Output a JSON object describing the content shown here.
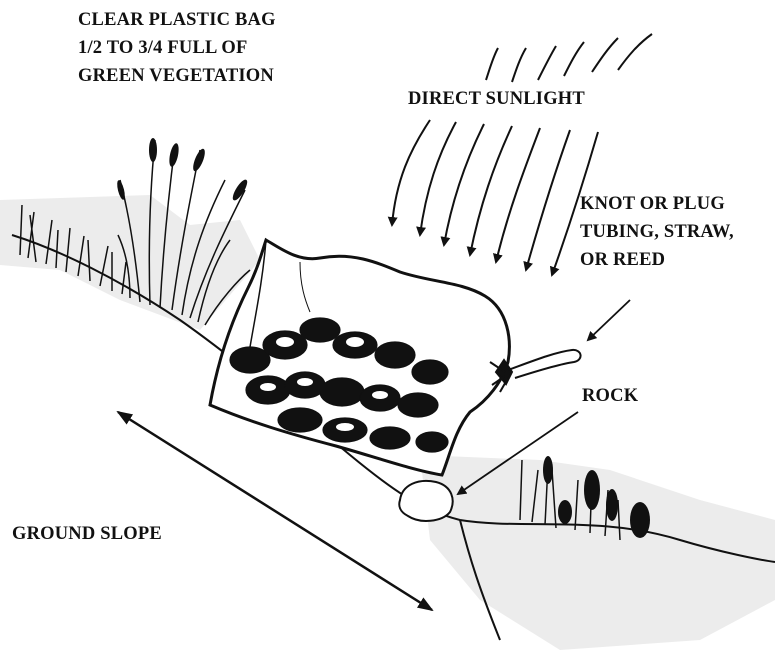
{
  "labels": {
    "bag": [
      "CLEAR PLASTIC BAG",
      "1/2 TO 3/4 FULL OF",
      "GREEN VEGETATION"
    ],
    "sunlight": "DIRECT SUNLIGHT",
    "knot": [
      "KNOT OR PLUG",
      "TUBING, STRAW,",
      "OR REED"
    ],
    "rock": "ROCK",
    "slope": "GROUND SLOPE"
  },
  "icons": {
    "sun_rays": "sunlight-rays-icon",
    "bag": "plastic-bag-icon",
    "rock": "rock-icon",
    "slope_arrow": "double-headed-arrow-icon"
  },
  "colors": {
    "ink": "#111111",
    "background": "#ffffff",
    "shadow": "#e6e6e6"
  }
}
